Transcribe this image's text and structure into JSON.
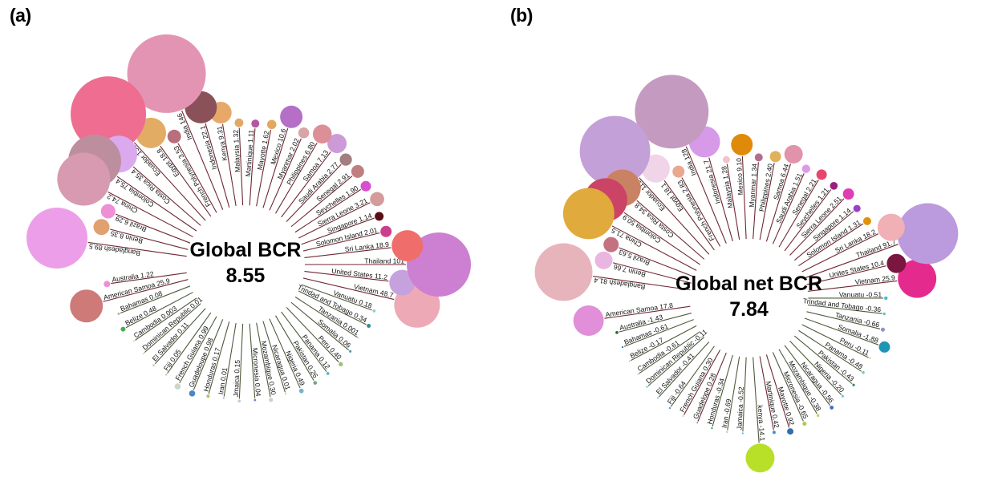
{
  "figure": {
    "background": "#ffffff",
    "panels": [
      {
        "id": "a",
        "tag": "(a)",
        "center_line1": "Global BCR",
        "center_line2": "8.55"
      },
      {
        "id": "b",
        "tag": "(b)",
        "center_line1": "Global net BCR",
        "center_line2": "7.84"
      }
    ]
  },
  "chart_data": [
    {
      "type": "bar",
      "chart_style": "radial-bubble",
      "panel": "a",
      "title": "Global BCR",
      "center_value": 8.55,
      "xlabel": "",
      "ylabel": "BCR",
      "legend": "none",
      "grid": false,
      "categories": [
        "Australia",
        "American Samoa",
        "Bahamas",
        "Belize",
        "Cambodia",
        "Dominican Republic",
        "El Salvador",
        "Fiji",
        "French Guiana",
        "Guadeloupe",
        "Honduras",
        "Iran",
        "Jmaica",
        "Micronesia",
        "Mozambique",
        "Nicaragua",
        "Nigeria",
        "Pakistan",
        "Panama",
        "Peru",
        "Somalia",
        "Tanzania",
        "Trindad and Tobago",
        "Vanuatu",
        "Vietnam",
        "United States",
        "Thailand",
        "Sri Lanka",
        "Solomon Island",
        "Singapore",
        "Sierra Leone",
        "Seychelles",
        "Senegal",
        "Saudi Arabia",
        "Samoa",
        "Philippines",
        "Myanmar",
        "Mexico",
        "Mayotte",
        "Martinique",
        "Malaysia",
        "Kenya",
        "Indonesia",
        "India",
        "French Polynesia",
        "Egypt",
        "Ecuador",
        "Costa Rica",
        "Colombia",
        "China",
        "Brazil",
        "Benin",
        "Bangladesh"
      ],
      "values": [
        1.22,
        25.9,
        0.08,
        0.48,
        0.003,
        0.01,
        0.11,
        0.05,
        0.99,
        0.98,
        0.17,
        0.01,
        0.15,
        0.04,
        0.3,
        0.01,
        0.49,
        0.26,
        0.12,
        0.4,
        0.06,
        0.001,
        0.34,
        0.18,
        48.7,
        11.2,
        101,
        18.9,
        2.01,
        1.14,
        3.21,
        1.9,
        2.91,
        2.77,
        7.13,
        6.8,
        2.02,
        10.6,
        1.62,
        1.11,
        1.32,
        9.31,
        22.1,
        146,
        3.53,
        18.8,
        138,
        35.4,
        75.4,
        74.2,
        6.29,
        8.35,
        89.5
      ],
      "labels": [
        "Australia 1.22",
        "American Samoa 25.9",
        "Bahamas 0.08",
        "Belize 0.48",
        "Cambodia 0.003",
        "Dominican Republic 0.01",
        "El Salvador 0.11",
        "Fiji 0.05",
        "French Guiana 0.99",
        "Guadeloupe 0.98",
        "Honduras 0.17",
        "Iran 0.01",
        "Jmaica 0.15",
        "Micronesia 0.04",
        "Mozambique 0.30",
        "Nicaragua 0.01",
        "Nigeria 0.49",
        "Pakistan 0.26",
        "Panama 0.12",
        "Peru 0.40",
        "Somalia 0.06",
        "Tanzania 0.001",
        "Trindad and Tobago 0.34",
        "Vanuatu 0.18",
        "Vietnam 48.7",
        "United States 11.2",
        "Thailand 101",
        "Sri Lanka 18.9",
        "Solomon Island 2.01",
        "Singapore 1.14",
        "Sierra Leone 3.21",
        "Seychelles 1.90",
        "Senegal 2.91",
        "Saudi Arabia 2.77",
        "Samoa 7.13",
        "Philippines 6.80",
        "Myanmar 2.02",
        "Mexico 10.6",
        "Mayotte 1.62",
        "Martinique 1.11",
        "Malaysia 1.32",
        "Kenya 9.31",
        "Indonesia 22.1",
        "India 146",
        "French Polynesia 3.53",
        "Egypt 18.8",
        "Ecuador 138",
        "Costa Rica 35.4",
        "Colombia 75.4",
        "China 74.2",
        "Brazil 6.29",
        "Benin 8.35",
        "Bangladesh 89.5"
      ],
      "colors": [
        "#ef8fd5",
        "#ce7a79",
        "#9fb28a",
        "#4aad52",
        "#c9cfc2",
        "#cfd4c9",
        "#d2d8cc",
        "#b6c6ae",
        "#cdd6cb",
        "#4a86c8",
        "#a8cc4f",
        "#78b2c9",
        "#c3cfd4",
        "#6d84ba",
        "#c9d1d7",
        "#bccc6c",
        "#7bb2c6",
        "#69a97f",
        "#56a9c9",
        "#9fbf78",
        "#3f93b4",
        "#c4d4d6",
        "#2f8f92",
        "#8fd0c8",
        "#eda9b6",
        "#c5a2dd",
        "#cd7fd2",
        "#ef6e6b",
        "#cc3f8e",
        "#5a0d16",
        "#d59a9a",
        "#d84fd0",
        "#c07f7f",
        "#a17f80",
        "#cd9ad8",
        "#dd8f98",
        "#d8a5a6",
        "#b56fc6",
        "#e3a85c",
        "#b4589e",
        "#e0a968",
        "#e6a96a",
        "#8b5159",
        "#e494b3",
        "#b96f7b",
        "#e3ac64",
        "#ee6d91",
        "#dba9ee",
        "#bd8f9e",
        "#d79ab1",
        "#ef8fd5",
        "#e0a070",
        "#ec9fe8"
      ],
      "radii": [
        4.0,
        20.5,
        1.4,
        3.0,
        0.9,
        1.0,
        1.6,
        1.2,
        3.8,
        3.8,
        2.0,
        1.0,
        1.9,
        1.4,
        2.6,
        1.0,
        2.9,
        2.3,
        1.8,
        2.7,
        1.5,
        0.8,
        2.5,
        1.9,
        28.5,
        16.0,
        40.0,
        19.5,
        7.0,
        5.5,
        8.8,
        6.5,
        8.0,
        7.6,
        12.0,
        11.8,
        6.8,
        14.0,
        5.8,
        5.0,
        5.4,
        13.5,
        20.0,
        49.0,
        8.5,
        19.0,
        47.0,
        23.0,
        33.0,
        33.0,
        9.0,
        10.0,
        38.0
      ],
      "spoke_colors_note": "small-value spokes drawn dark olive-green, large-value spokes dark maroon-red"
    },
    {
      "type": "bar",
      "chart_style": "radial-bubble",
      "panel": "b",
      "title": "Global net BCR",
      "center_value": 7.84,
      "xlabel": "",
      "ylabel": "net BCR",
      "legend": "none",
      "grid": false,
      "categories": [
        "American Samoa",
        "Australia",
        "Bahamas",
        "Belize",
        "Cambodia",
        "Dominican Republic",
        "El Salvador",
        "Fiji",
        "French Guiana",
        "Guadelope",
        "Honduras",
        "Iran",
        "Jamaica",
        "kenya",
        "Martinique",
        "Mayotte",
        "Micronesia",
        "Mozambique",
        "Nicaragua",
        "Nigeria",
        "Pakistan",
        "Panama",
        "Peru",
        "Somalia",
        "Tanzania",
        "Trindad and Tobago",
        "Vanuatu",
        "Vietnam",
        "Unites States",
        "Thailand",
        "Sri Lanka",
        "Solomon Island",
        "Singapore",
        "Sierra Leone",
        "Seychelles",
        "Senegal",
        "Saudi Arabia",
        "Samoa",
        "Philippines",
        "Myanmar",
        "Mexico",
        "Malaysia",
        "Indonesia",
        "India",
        "French Polynesia",
        "Egypt",
        "Ecuador",
        "Costa Rica",
        "Colombia",
        "China",
        "Brazil",
        "Benin",
        "Bangladesh"
      ],
      "values": [
        17.8,
        -1.43,
        -0.61,
        -0.17,
        -0.61,
        -0.11,
        -0.41,
        -0.64,
        0.3,
        0.28,
        -0.34,
        -0.69,
        -0.52,
        -14.1,
        0.42,
        0.92,
        -0.65,
        -0.38,
        -0.56,
        -0.2,
        -0.43,
        -0.48,
        -0.11,
        -1.88,
        -0.66,
        -0.36,
        -0.51,
        25.9,
        10.4,
        91.7,
        18.2,
        1.31,
        1.14,
        2.51,
        1.21,
        2.21,
        1.51,
        6.44,
        2.4,
        1.34,
        9.1,
        1.28,
        21.7,
        128,
        2.83,
        18.1,
        119,
        34.8,
        50.9,
        71.5,
        5.63,
        7.66,
        81.4
      ],
      "labels": [
        "American Samoa 17.8",
        "Australia -1.43",
        "Bahamas -0.61",
        "Belize -0.17",
        "Cambodia -0.61",
        "Dominican Republic -0.11",
        "El Salvador -0.41",
        "Fiji -0.64",
        "French Guiana 0.30",
        "Guadelope 0.28",
        "Honduras -0.34",
        "Iran -0.69",
        "Jamaica -0.52",
        "kenya -14.1",
        "Martinique 0.42",
        "Mayotte 0.92",
        "Micronesia -0.65",
        "Mozambique -0.38",
        "Nicaragua -0.56",
        "Nigeria -0.20",
        "Pakistan -0.43",
        "Panama -0.48",
        "Peru -0.11",
        "Somalia -1.88",
        "Tanzania -0.66",
        "Trindad and Tobago -0.36",
        "Vanuatu -0.51",
        "Vietnam 25.9",
        "Unites States 10.4",
        "Thailand 91.7",
        "Sri Lanka 18.2",
        "Solomon Island 1.31",
        "Singapore 1.14",
        "Sierra Leone 2.51",
        "Seychelles 1.21",
        "Senegal 2.21",
        "Saudi Arabia 1.51",
        "Samoa 6.44",
        "Philippines 2.40",
        "Myanmar 1.34",
        "Mexico 9.10",
        "Malaysia 1.28",
        "Indonesia 21.7",
        "India 128",
        "French Polynesia 2.83",
        "Egypt 18.1",
        "Ecuador 119",
        "Costa Rica 34.8",
        "Colombia 50.9",
        "China 71.5",
        "Brazil 5.63",
        "Benin 7.66",
        "Bangladesh 81.4"
      ],
      "colors": [
        "#e08fd8",
        "#1f6b1f",
        "#2f86c5",
        "#a8b2bd",
        "#b9cc5a",
        "#35b8c0",
        "#6fb0e0",
        "#5f9ad6",
        "#c7d26b",
        "#6f79c0",
        "#1f7a6e",
        "#b5dcc8",
        "#49b6e6",
        "#b8e028",
        "#3f8fd4",
        "#2f6fae",
        "#a6cc4e",
        "#c3d45a",
        "#3f6fb8",
        "#4fc0e6",
        "#2f8f5f",
        "#6fd69a",
        "#a8d46a",
        "#1f95b5",
        "#8f96c6",
        "#6fc4a6",
        "#3fc0d6",
        "#e52a8e",
        "#7a1640",
        "#bb9bdd",
        "#f0b0b5",
        "#e0920a",
        "#9b3fc9",
        "#dd3fb2",
        "#9b1f7a",
        "#e8456b",
        "#dd9ae8",
        "#e093a9",
        "#e0b05c",
        "#b06f8f",
        "#e08a0a",
        "#f0c4cc",
        "#d79ae8",
        "#c49ac0",
        "#e8a88f",
        "#f0d4e8",
        "#c4a0d8",
        "#ca8264",
        "#cc4465",
        "#e0aa3c",
        "#c4727f",
        "#e8b6e0",
        "#e8b4bc"
      ],
      "radii": [
        19.0,
        1.8,
        1.2,
        0.8,
        0.7,
        1.0,
        1.0,
        1.2,
        0.9,
        0.9,
        1.0,
        1.3,
        1.1,
        18.0,
        2.0,
        4.0,
        2.5,
        1.7,
        2.4,
        1.4,
        1.6,
        1.8,
        1.0,
        7.0,
        2.6,
        1.7,
        2.2,
        24.0,
        12.0,
        38.0,
        17.0,
        5.0,
        4.5,
        7.0,
        4.8,
        6.5,
        5.2,
        11.5,
        7.0,
        5.0,
        13.5,
        4.5,
        19.5,
        46.0,
        7.5,
        17.5,
        44.0,
        23.0,
        27.0,
        32.0,
        9.5,
        11.0,
        36.0
      ],
      "spoke_colors_note": "negative-value spokes dark olive-green, positive-value spokes dark maroon-red"
    }
  ]
}
